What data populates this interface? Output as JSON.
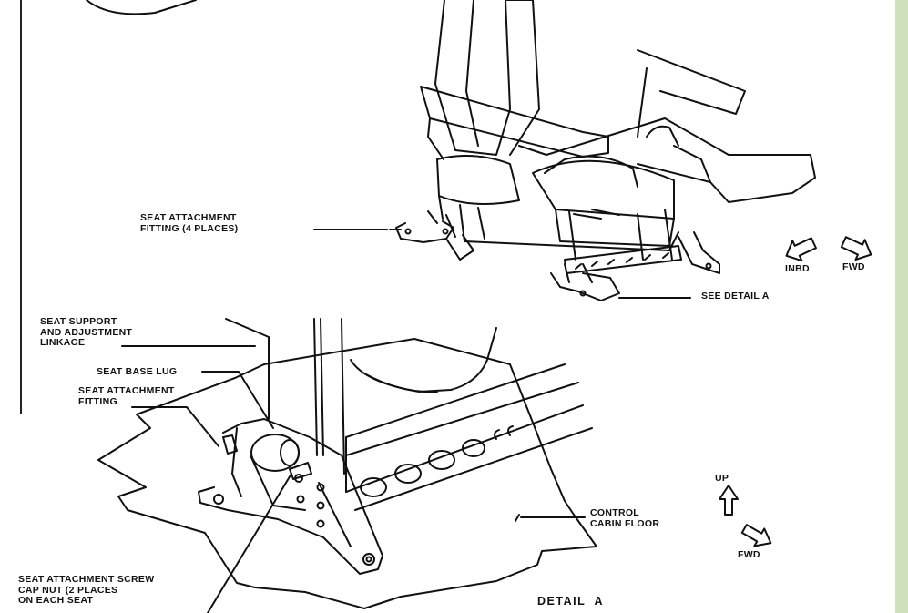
{
  "labels": {
    "seat_attachment_fitting_top": "SEAT ATTACHMENT\nFITTING (4 PLACES)",
    "see_detail_a": "SEE DETAIL A",
    "inbd": "INBD",
    "fwd_top": "FWD",
    "seat_support": "SEAT SUPPORT\nAND ADJUSTMENT\nLINKAGE",
    "seat_base_lug": "SEAT BASE LUG",
    "seat_attachment_fitting_detail": "SEAT ATTACHMENT\nFITTING",
    "up": "UP",
    "fwd_bottom": "FWD",
    "control_cabin_floor": "CONTROL\nCABIN FLOOR",
    "cap_nut": "SEAT ATTACHMENT SCREW\nCAP NUT (2 PLACES\nON EACH SEAT",
    "detail_a": "DETAIL  A"
  },
  "colors": {
    "ink": "#111111",
    "paper": "#ffffff",
    "border_green": "#cfe0bd"
  }
}
